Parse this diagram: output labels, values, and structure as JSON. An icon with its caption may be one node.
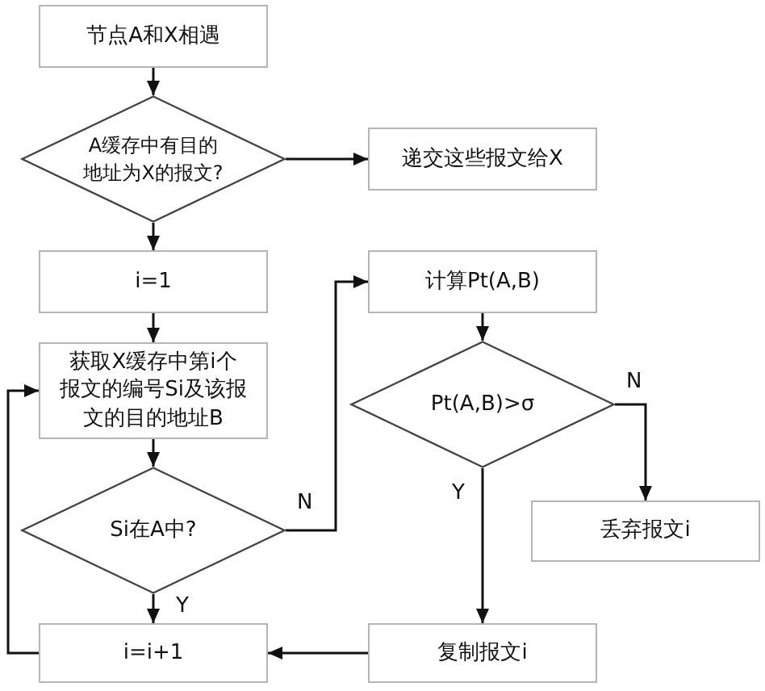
{
  "diagram": {
    "nodes": [
      {
        "text": [
          "节点A和X相遇"
        ]
      },
      {
        "text": [
          "A缓存中有目的地址为X的报文?"
        ]
      },
      {
        "text": [
          "递交这些报文给X"
        ]
      },
      {
        "text": [
          "i=1"
        ]
      },
      {
        "text": [
          "获取X缓存中第i个报文的编号Si及该报文的目的地址B"
        ]
      },
      {
        "text": [
          "Si在A中?"
        ]
      },
      {
        "text": [
          "i=i+1"
        ]
      },
      {
        "text": [
          "计算Pt(A,B)"
        ]
      },
      {
        "text": [
          "Pt(A,B)>σ"
        ]
      },
      {
        "text": [
          "丢弃报文i"
        ]
      },
      {
        "text": [
          "复制报文i"
        ]
      }
    ],
    "edges": [
      {
        "from": 0,
        "to": 1,
        "arrow": "to"
      },
      {
        "from": 1,
        "to": 2,
        "arrow": "to"
      },
      {
        "from": 1,
        "to": 3,
        "arrow": "to"
      },
      {
        "from": 3,
        "to": 4,
        "arrow": "to"
      },
      {
        "from": 4,
        "to": 5,
        "arrow": "to"
      },
      {
        "from": 5,
        "to": 6,
        "arrow": "to",
        "label": "Y"
      },
      {
        "from": 5,
        "to": 7,
        "arrow": "to",
        "label": "N"
      },
      {
        "from": 7,
        "to": 8,
        "arrow": "to"
      },
      {
        "from": 8,
        "to": 9,
        "arrow": "to",
        "label": "N"
      },
      {
        "from": 8,
        "to": 10,
        "arrow": "to",
        "label": "Y"
      },
      {
        "from": 10,
        "to": 6,
        "arrow": "to"
      },
      {
        "from": 6,
        "to": 4,
        "arrow": "to"
      }
    ]
  }
}
